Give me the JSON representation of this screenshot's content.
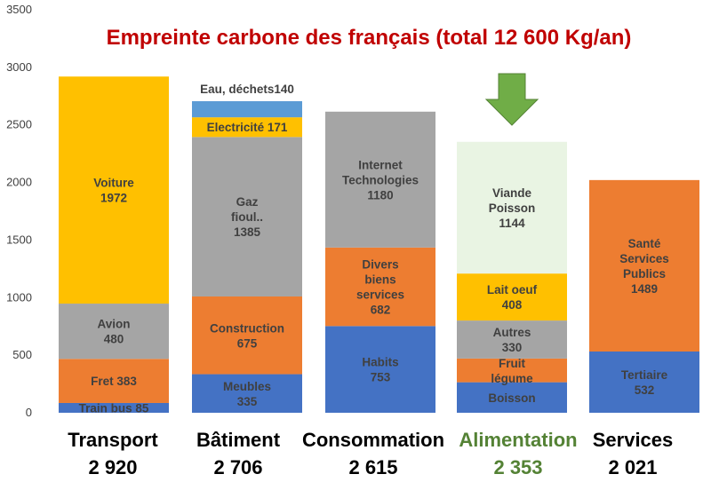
{
  "chart_data": {
    "type": "bar",
    "stacked": true,
    "title": "Empreinte carbone des français (total 12 600 Kg/an)",
    "ylim": [
      0,
      3500
    ],
    "yticks": [
      0,
      500,
      1000,
      1500,
      2000,
      2500,
      3000,
      3500
    ],
    "categories": [
      {
        "name": "Transport",
        "total": "2 920",
        "name_color": "#000000",
        "segments": [
          {
            "label": "Train bus 85",
            "value": 85,
            "color": "#4472c4"
          },
          {
            "label": "Fret 383",
            "value": 383,
            "color": "#ed7d31"
          },
          {
            "label": "Avion\n480",
            "value": 480,
            "color": "#a5a5a5"
          },
          {
            "label": "Voiture\n1972",
            "value": 1972,
            "color": "#ffc000"
          }
        ]
      },
      {
        "name": "Bâtiment",
        "total": "2 706",
        "name_color": "#000000",
        "segments": [
          {
            "label": "Meubles\n335",
            "value": 335,
            "color": "#4472c4"
          },
          {
            "label": "Construction\n675",
            "value": 675,
            "color": "#ed7d31"
          },
          {
            "label": "Gaz\nfioul..\n1385",
            "value": 1385,
            "color": "#a5a5a5"
          },
          {
            "label": "Electricité 171",
            "value": 171,
            "color": "#ffc000"
          },
          {
            "label": "Eau, déchets140",
            "value": 140,
            "color": "#5b9bd5",
            "label_outside": true
          }
        ]
      },
      {
        "name": "Consommation",
        "total": "2 615",
        "name_color": "#000000",
        "segments": [
          {
            "label": "Habits\n753",
            "value": 753,
            "color": "#4472c4"
          },
          {
            "label": "Divers\nbiens\nservices\n682",
            "value": 682,
            "color": "#ed7d31"
          },
          {
            "label": "Internet\nTechnologies\n1180",
            "value": 1180,
            "color": "#a5a5a5"
          }
        ]
      },
      {
        "name": "Alimentation",
        "total": "2 353",
        "name_color": "#548235",
        "highlighted": true,
        "segments": [
          {
            "label": "Boisson",
            "value": 265,
            "color": "#4472c4"
          },
          {
            "label": "Fruit\nlégume",
            "value": 206,
            "color": "#ed7d31"
          },
          {
            "label": "Autres\n330",
            "value": 330,
            "color": "#a5a5a5"
          },
          {
            "label": "Lait oeuf\n408",
            "value": 408,
            "color": "#ffc000"
          },
          {
            "label": "Viande\nPoisson\n1144",
            "value": 1144,
            "color": "#e2f0d9"
          }
        ]
      },
      {
        "name": "Services",
        "total": "2 021",
        "name_color": "#000000",
        "segments": [
          {
            "label": "Tertiaire\n532",
            "value": 532,
            "color": "#4472c4"
          },
          {
            "label": "Santé\nServices\nPublics\n1489",
            "value": 1489,
            "color": "#ed7d31"
          }
        ]
      }
    ],
    "annotation": {
      "type": "arrow-down",
      "target_category": "Alimentation",
      "color": "#70ad47"
    }
  }
}
